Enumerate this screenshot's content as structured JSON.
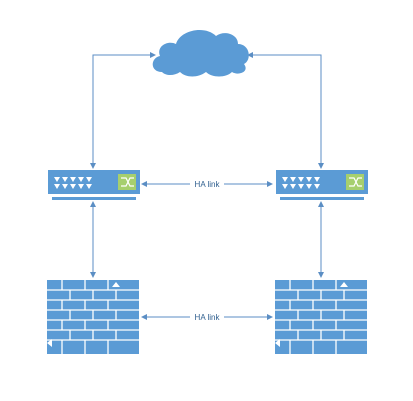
{
  "diagram": {
    "nodes": [
      {
        "id": "internet",
        "kind": "cloud",
        "icon": "cloud-icon"
      },
      {
        "id": "switch-left",
        "kind": "switch",
        "icon": "network-switch-icon"
      },
      {
        "id": "switch-right",
        "kind": "switch",
        "icon": "network-switch-icon"
      },
      {
        "id": "firewall-left",
        "kind": "firewall",
        "icon": "firewall-icon"
      },
      {
        "id": "firewall-right",
        "kind": "firewall",
        "icon": "firewall-icon"
      }
    ],
    "links": [
      {
        "from": "internet",
        "to": "switch-left",
        "label": ""
      },
      {
        "from": "internet",
        "to": "switch-right",
        "label": ""
      },
      {
        "from": "switch-left",
        "to": "switch-right",
        "label": "HA link"
      },
      {
        "from": "switch-left",
        "to": "firewall-left",
        "label": ""
      },
      {
        "from": "switch-right",
        "to": "firewall-right",
        "label": ""
      },
      {
        "from": "firewall-left",
        "to": "firewall-right",
        "label": "HA link"
      }
    ],
    "colors": {
      "device_blue": "#5b9bd5",
      "line_blue": "#5b8ec4",
      "switch_port_green": "#a6cf6e",
      "brick_mortar": "#ffffff"
    }
  }
}
